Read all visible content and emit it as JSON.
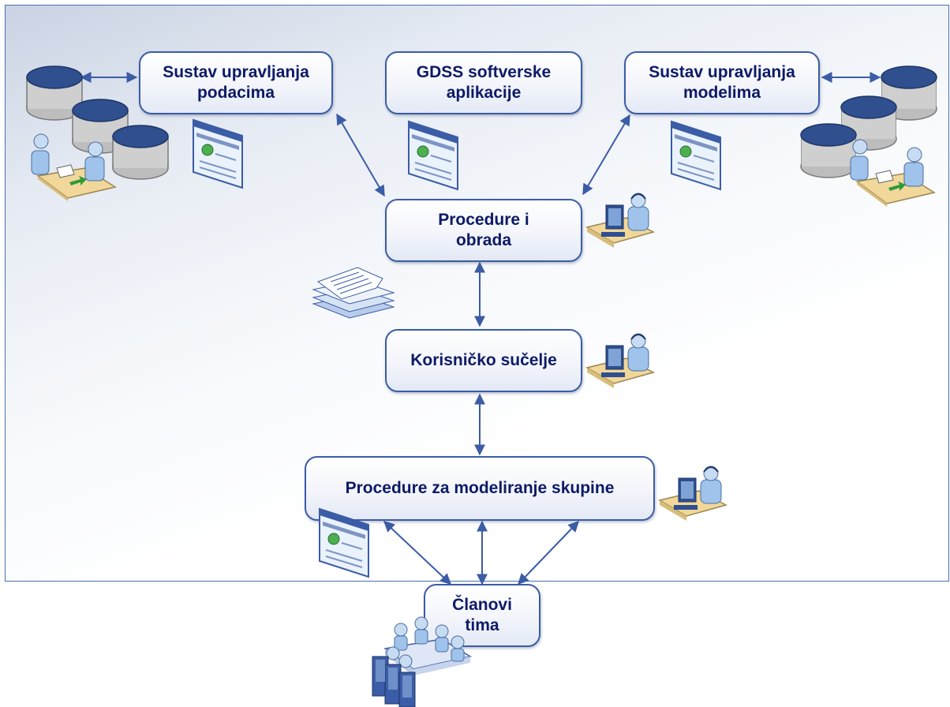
{
  "diagram": {
    "nodes": {
      "data_mgmt": "Sustav upravljanja\npodacima",
      "gdss_apps": "GDSS softverske\naplikacije",
      "model_mgmt": "Sustav upravljanja\nmodelima",
      "procedures": "Procedure i\nobrada",
      "user_interface": "Korisničko sučelje",
      "group_modeling": "Procedure za modeliranje skupine",
      "team_members": "Članovi\ntima"
    },
    "colors": {
      "line": "#3b5ca6",
      "box_border": "#3b5ca6",
      "text": "#0d1a66",
      "db_top": "#2f4f8f",
      "db_body": "#c9c9c9"
    }
  }
}
